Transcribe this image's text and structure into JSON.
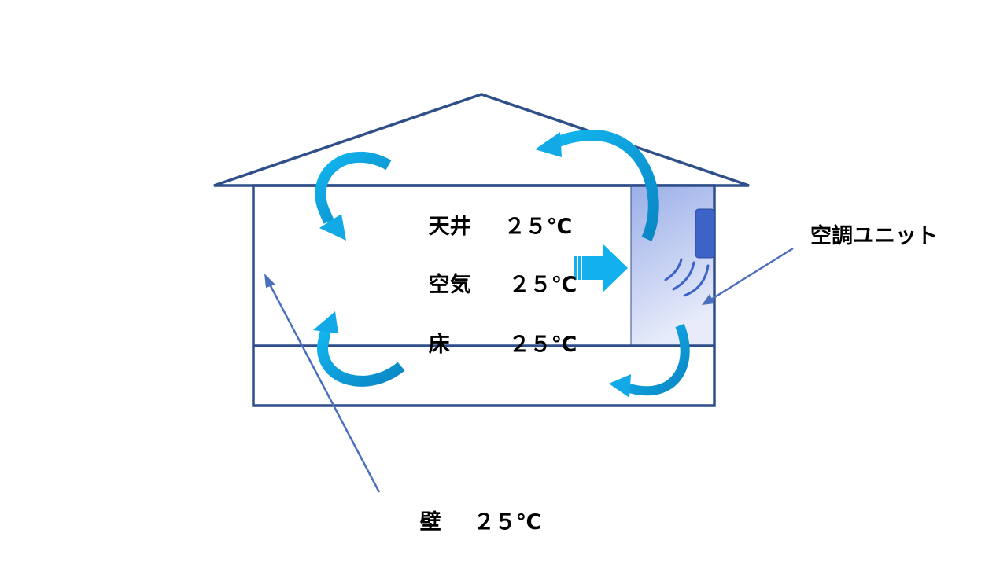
{
  "labels": {
    "ceiling": {
      "name": "天井",
      "temp": "２５℃"
    },
    "air": {
      "name": "空気",
      "temp": "２５℃"
    },
    "floor": {
      "name": "床",
      "temp": "２５℃"
    },
    "wall": {
      "name": "壁",
      "temp": "２５℃"
    },
    "ac_unit": "空調ユニット"
  },
  "colors": {
    "house_outline": "#2f4f8a",
    "circulation_arrow": "#0aa6e0",
    "circulation_arrow_dark": "#0e7fb5",
    "ac_unit_fill_top": "#9aaee8",
    "ac_unit_fill_bottom": "#e6ebfa",
    "ac_vent": "#3d63c9",
    "pointer_line": "#4a6fbd"
  }
}
